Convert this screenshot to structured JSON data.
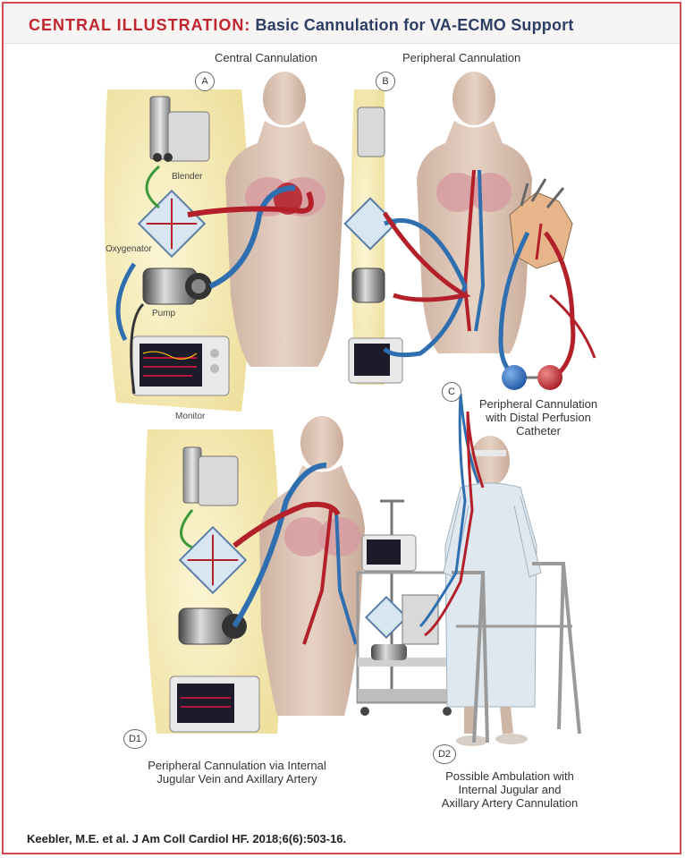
{
  "title": {
    "lead": "CENTRAL ILLUSTRATION:",
    "rest": "Basic Cannulation for VA-ECMO Support"
  },
  "panels": {
    "a": {
      "marker": "A",
      "caption": "Central Cannulation"
    },
    "b": {
      "marker": "B",
      "caption": "Peripheral Cannulation"
    },
    "c": {
      "marker": "C",
      "caption_line1": "Peripheral Cannulation",
      "caption_line2": "with Distal Perfusion",
      "caption_line3": "Catheter"
    },
    "d1": {
      "marker": "D1",
      "caption_line1": "Peripheral Cannulation via Internal",
      "caption_line2": "Jugular Vein and Axillary Artery"
    },
    "d2": {
      "marker": "D2",
      "caption_line1": "Possible Ambulation with",
      "caption_line2": "Internal Jugular and",
      "caption_line3": "Axillary Artery Cannulation"
    }
  },
  "components": {
    "blender": "Blender",
    "oxygenator": "Oxygenator",
    "pump": "Pump",
    "monitor": "Monitor"
  },
  "citation": "Keebler, M.E. et al. J Am Coll Cardiol HF. 2018;6(6):503-16.",
  "colors": {
    "accent_red": "#c0262f",
    "title_navy": "#2c3e64",
    "oxygenated": "#b3202a",
    "deoxygenated": "#2f6fb0",
    "console_bg": "#f1e6a8",
    "skin": "#dcc4b4"
  }
}
